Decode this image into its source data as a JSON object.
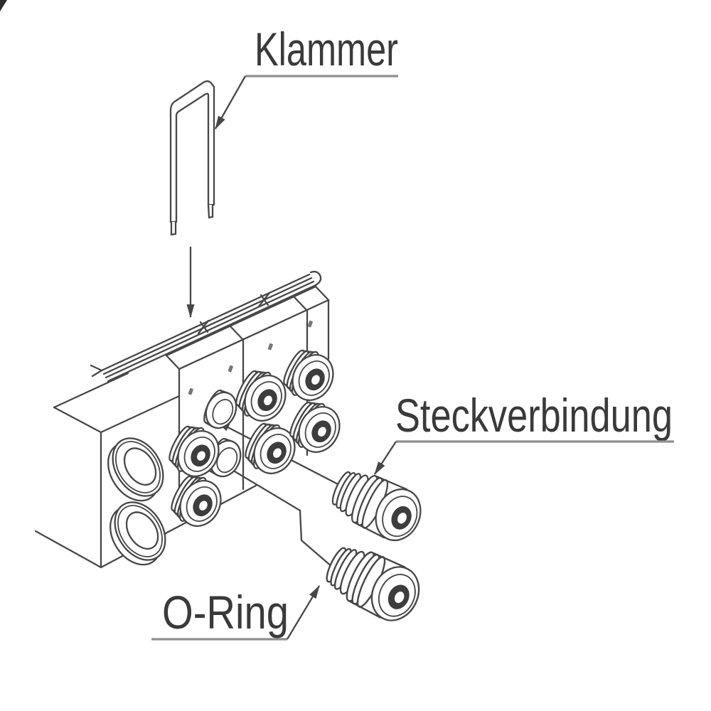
{
  "figure": {
    "type": "technical-assembly-diagram",
    "background": "#ffffff",
    "line_color": "#474747",
    "text_color": "#3a3a3a",
    "underline_color": "#8f8f8f",
    "hole_color": "#3d3d3d",
    "labels": {
      "klammer": "Klammer",
      "steckverbindung": "Steckverbindung",
      "o_ring": "O-Ring"
    },
    "parts": [
      {
        "id": "clip",
        "label": "Klammer"
      },
      {
        "id": "plug-connector",
        "label": "Steckverbindung"
      },
      {
        "id": "o-ring",
        "label": "O-Ring"
      },
      {
        "id": "manifold-block",
        "label": ""
      },
      {
        "id": "end-plate-ports",
        "label": ""
      }
    ]
  }
}
